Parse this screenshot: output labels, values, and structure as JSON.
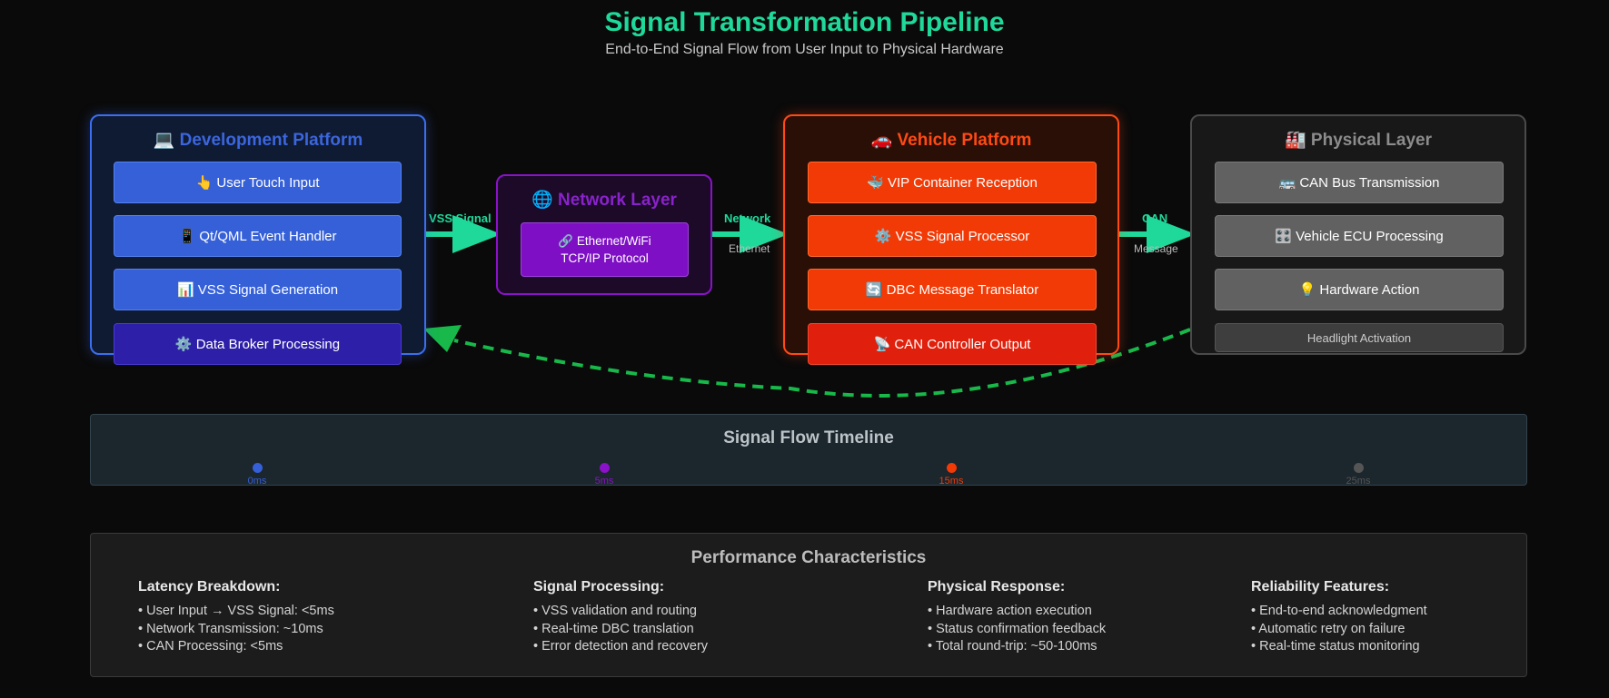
{
  "title": "Signal Transformation Pipeline",
  "subtitle": "End-to-End Signal Flow from User Input to Physical Hardware",
  "dev": {
    "title": "💻 Development Platform",
    "steps": [
      "👆 User Touch Input",
      "📱 Qt/QML Event Handler",
      "📊 VSS Signal Generation",
      "⚙️ Data Broker Processing"
    ]
  },
  "net": {
    "title": "🌐 Network Layer",
    "step_line1": "🔗 Ethernet/WiFi",
    "step_line2": "TCP/IP Protocol"
  },
  "veh": {
    "title": "🚗 Vehicle Platform",
    "steps": [
      "🐳 VIP Container Reception",
      "⚙️ VSS Signal Processor",
      "🔄 DBC Message Translator",
      "📡 CAN Controller Output"
    ]
  },
  "phy": {
    "title": "🏭 Physical Layer",
    "steps": [
      "🚌 CAN Bus Transmission",
      "🎛️ Vehicle ECU Processing",
      "💡 Hardware Action",
      "Headlight Activation"
    ]
  },
  "connectors": {
    "c1": {
      "label": "VSS Signal"
    },
    "c2": {
      "label": "Network",
      "sub": "Ethernet"
    },
    "c3": {
      "label": "CAN",
      "sub": "Message"
    }
  },
  "timeline": {
    "title": "Signal Flow Timeline",
    "points": [
      {
        "label": "0ms",
        "color": "#3560d8"
      },
      {
        "label": "5ms",
        "color": "#8a12c8"
      },
      {
        "label": "15ms",
        "color": "#f23a06"
      },
      {
        "label": "25ms",
        "color": "#555555"
      }
    ]
  },
  "performance": {
    "title": "Performance Characteristics",
    "columns": [
      {
        "heading": "Latency Breakdown:",
        "items": [
          "• User Input → VSS Signal: <5ms",
          "• Network Transmission: ~10ms",
          "• CAN Processing: <5ms"
        ]
      },
      {
        "heading": "Signal Processing:",
        "items": [
          "• VSS validation and routing",
          "• Real-time DBC translation",
          "• Error detection and recovery"
        ]
      },
      {
        "heading": "Physical Response:",
        "items": [
          "• Hardware action execution",
          "• Status confirmation feedback",
          "• Total round-trip: ~50-100ms"
        ]
      },
      {
        "heading": "Reliability Features:",
        "items": [
          "• End-to-end acknowledgment",
          "• Automatic retry on failure",
          "• Real-time status monitoring"
        ]
      }
    ]
  },
  "colors": {
    "accent": "#1fd99a",
    "feedback": "#18b84a"
  }
}
